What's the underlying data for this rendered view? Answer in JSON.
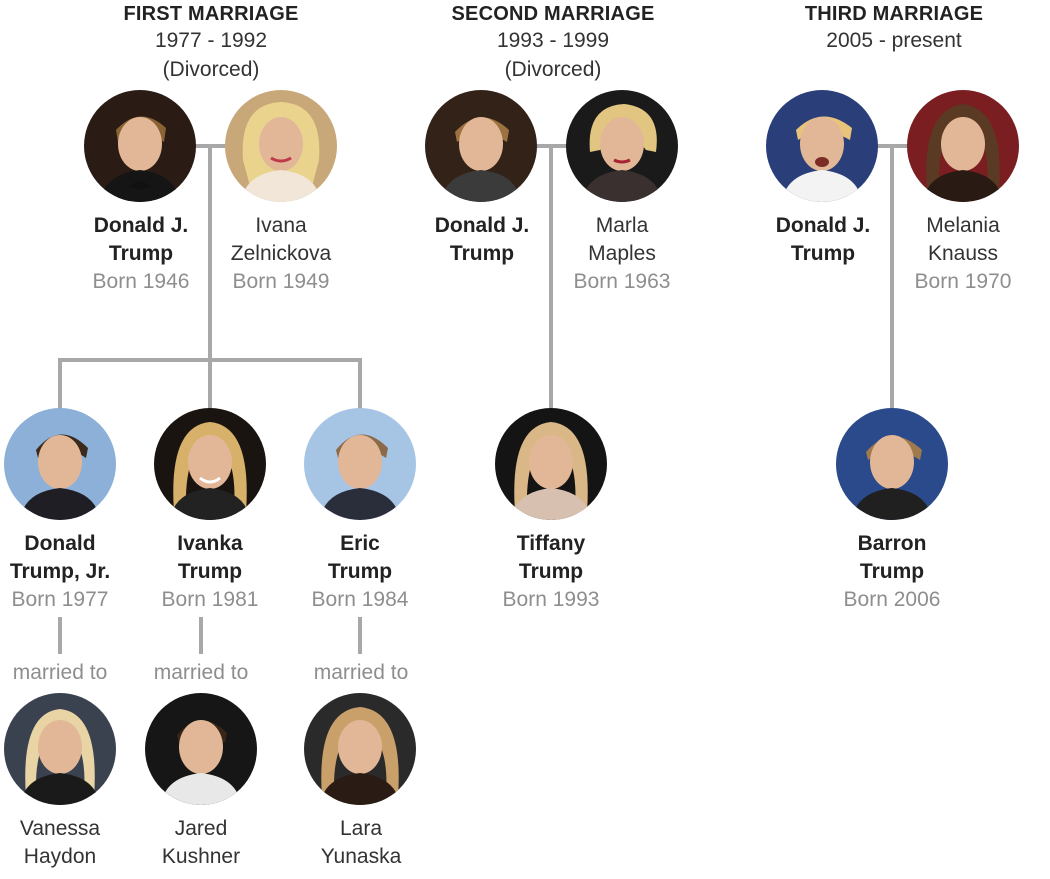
{
  "marriages": [
    {
      "title": "FIRST MARRIAGE",
      "years": "1977 - 1992",
      "status": "(Divorced)"
    },
    {
      "title": "SECOND MARRIAGE",
      "years": "1993 - 1999",
      "status": "(Divorced)"
    },
    {
      "title": "THIRD MARRIAGE",
      "years": "2005 - present",
      "status": ""
    }
  ],
  "parents": {
    "donald_1": {
      "name": "Donald J.\nTrump",
      "born": "Born 1946"
    },
    "ivana": {
      "name": "Ivana\nZelnickova",
      "born": "Born 1949"
    },
    "donald_2": {
      "name": "Donald J.\nTrump",
      "born": ""
    },
    "marla": {
      "name": "Marla\nMaples",
      "born": "Born 1963"
    },
    "donald_3": {
      "name": "Donald J.\nTrump",
      "born": ""
    },
    "melania": {
      "name": "Melania\nKnauss",
      "born": "Born 1970"
    }
  },
  "children": {
    "donald_jr": {
      "name": "Donald\nTrump, Jr.",
      "born": "Born 1977"
    },
    "ivanka": {
      "name": "Ivanka\nTrump",
      "born": "Born 1981"
    },
    "eric": {
      "name": "Eric\nTrump",
      "born": "Born 1984"
    },
    "tiffany": {
      "name": "Tiffany\nTrump",
      "born": "Born 1993"
    },
    "barron": {
      "name": "Barron\nTrump",
      "born": "Born 2006"
    }
  },
  "married_label": "married to",
  "spouses": {
    "vanessa": {
      "name": "Vanessa\nHaydon"
    },
    "jared": {
      "name": "Jared\nKushner"
    },
    "lara": {
      "name": "Lara\nYunaska"
    }
  },
  "colors": {
    "line": "#a8a8a8",
    "born": "#8e8e8e"
  }
}
